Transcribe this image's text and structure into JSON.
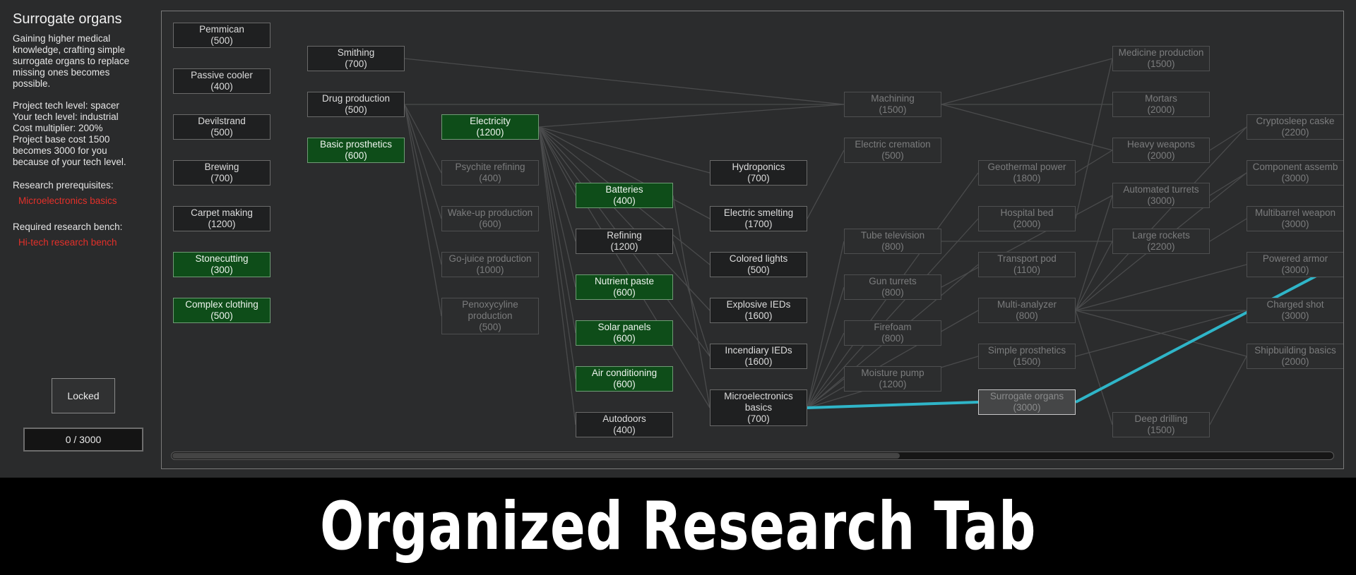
{
  "sidebar": {
    "title": "Surrogate organs",
    "description": "Gaining higher medical knowledge, crafting simple surrogate organs to replace missing ones becomes possible.",
    "info": [
      "Project tech level: spacer",
      "Your tech level: industrial",
      "Cost multiplier: 200%",
      "Project base cost 1500",
      "becomes 3000 for you",
      "because of your tech level."
    ],
    "prereq_label": "Research prerequisites:",
    "prereq_item": "Microelectronics basics",
    "bench_label": "Required research bench:",
    "bench_item": "Hi-tech research bench",
    "locked_label": "Locked",
    "progress_text": "0 / 3000",
    "progress_fraction": 0
  },
  "colors": {
    "completed": "#0e4d19",
    "unavailable_text": "#7b7c7d",
    "missing_requirement": "#e3302a",
    "path_highlight": "#2fb5c8"
  },
  "nodes": [
    {
      "id": "pemmican",
      "name": "Pemmican",
      "cost": "(500)",
      "state": "available"
    },
    {
      "id": "passive_cooler",
      "name": "Passive cooler",
      "cost": "(400)",
      "state": "available"
    },
    {
      "id": "devilstrand",
      "name": "Devilstrand",
      "cost": "(500)",
      "state": "available"
    },
    {
      "id": "brewing",
      "name": "Brewing",
      "cost": "(700)",
      "state": "available"
    },
    {
      "id": "carpet_making",
      "name": "Carpet making",
      "cost": "(1200)",
      "state": "available"
    },
    {
      "id": "stonecutting",
      "name": "Stonecutting",
      "cost": "(300)",
      "state": "done"
    },
    {
      "id": "complex_clothing",
      "name": "Complex clothing",
      "cost": "(500)",
      "state": "done"
    },
    {
      "id": "smithing",
      "name": "Smithing",
      "cost": "(700)",
      "state": "available"
    },
    {
      "id": "drug_production",
      "name": "Drug production",
      "cost": "(500)",
      "state": "available"
    },
    {
      "id": "basic_prosthetics",
      "name": "Basic prosthetics",
      "cost": "(600)",
      "state": "done"
    },
    {
      "id": "electricity",
      "name": "Electricity",
      "cost": "(1200)",
      "state": "done"
    },
    {
      "id": "psychite_refining",
      "name": "Psychite refining",
      "cost": "(400)",
      "state": "unavail"
    },
    {
      "id": "wakeup_production",
      "name": "Wake-up production",
      "cost": "(600)",
      "state": "unavail"
    },
    {
      "id": "gojuice_production",
      "name": "Go-juice production",
      "cost": "(1000)",
      "state": "unavail"
    },
    {
      "id": "penoxycyline",
      "name": "Penoxycyline production",
      "cost": "(500)",
      "state": "unavail"
    },
    {
      "id": "batteries",
      "name": "Batteries",
      "cost": "(400)",
      "state": "done"
    },
    {
      "id": "refining",
      "name": "Refining",
      "cost": "(1200)",
      "state": "available"
    },
    {
      "id": "nutrient_paste",
      "name": "Nutrient paste",
      "cost": "(600)",
      "state": "done"
    },
    {
      "id": "solar_panels",
      "name": "Solar panels",
      "cost": "(600)",
      "state": "done"
    },
    {
      "id": "air_conditioning",
      "name": "Air conditioning",
      "cost": "(600)",
      "state": "done"
    },
    {
      "id": "autodoors",
      "name": "Autodoors",
      "cost": "(400)",
      "state": "available"
    },
    {
      "id": "hydroponics",
      "name": "Hydroponics",
      "cost": "(700)",
      "state": "available"
    },
    {
      "id": "electric_smelting",
      "name": "Electric smelting",
      "cost": "(1700)",
      "state": "available"
    },
    {
      "id": "colored_lights",
      "name": "Colored lights",
      "cost": "(500)",
      "state": "available"
    },
    {
      "id": "explosive_ieds",
      "name": "Explosive IEDs",
      "cost": "(1600)",
      "state": "available"
    },
    {
      "id": "incendiary_ieds",
      "name": "Incendiary IEDs",
      "cost": "(1600)",
      "state": "available"
    },
    {
      "id": "microelectronics",
      "name": "Microelectronics basics",
      "cost": "(700)",
      "state": "available"
    },
    {
      "id": "machining",
      "name": "Machining",
      "cost": "(1500)",
      "state": "unavail"
    },
    {
      "id": "electric_cremation",
      "name": "Electric cremation",
      "cost": "(500)",
      "state": "unavail"
    },
    {
      "id": "tube_television",
      "name": "Tube television",
      "cost": "(800)",
      "state": "unavail"
    },
    {
      "id": "gun_turrets",
      "name": "Gun turrets",
      "cost": "(800)",
      "state": "unavail"
    },
    {
      "id": "firefoam",
      "name": "Firefoam",
      "cost": "(800)",
      "state": "unavail"
    },
    {
      "id": "moisture_pump",
      "name": "Moisture pump",
      "cost": "(1200)",
      "state": "unavail"
    },
    {
      "id": "geothermal_power",
      "name": "Geothermal power",
      "cost": "(1800)",
      "state": "unavail"
    },
    {
      "id": "hospital_bed",
      "name": "Hospital bed",
      "cost": "(2000)",
      "state": "unavail"
    },
    {
      "id": "transport_pod",
      "name": "Transport pod",
      "cost": "(1100)",
      "state": "unavail"
    },
    {
      "id": "multi_analyzer",
      "name": "Multi-analyzer",
      "cost": "(800)",
      "state": "unavail"
    },
    {
      "id": "simple_prosthetics",
      "name": "Simple prosthetics",
      "cost": "(1500)",
      "state": "unavail"
    },
    {
      "id": "surrogate_organs",
      "name": "Surrogate organs",
      "cost": "(3000)",
      "state": "selected"
    },
    {
      "id": "medicine_production",
      "name": "Medicine production",
      "cost": "(1500)",
      "state": "unavail"
    },
    {
      "id": "mortars",
      "name": "Mortars",
      "cost": "(2000)",
      "state": "unavail"
    },
    {
      "id": "heavy_weapons",
      "name": "Heavy weapons",
      "cost": "(2000)",
      "state": "unavail"
    },
    {
      "id": "automated_turrets",
      "name": "Automated turrets",
      "cost": "(3000)",
      "state": "unavail"
    },
    {
      "id": "large_rockets",
      "name": "Large rockets",
      "cost": "(2200)",
      "state": "unavail"
    },
    {
      "id": "deep_drilling",
      "name": "Deep drilling",
      "cost": "(1500)",
      "state": "unavail"
    },
    {
      "id": "cryptosleep",
      "name": "Cryptosleep caske",
      "cost": "(2200)",
      "state": "unavail"
    },
    {
      "id": "component_assembly",
      "name": "Component assemb",
      "cost": "(3000)",
      "state": "unavail"
    },
    {
      "id": "multibarrel",
      "name": "Multibarrel weapon",
      "cost": "(3000)",
      "state": "unavail"
    },
    {
      "id": "powered_armor",
      "name": "Powered armor",
      "cost": "(3000)",
      "state": "unavail"
    },
    {
      "id": "charged_shot",
      "name": "Charged shot",
      "cost": "(3000)",
      "state": "unavail"
    },
    {
      "id": "shipbuilding_basics",
      "name": "Shipbuilding basics",
      "cost": "(2000)",
      "state": "unavail"
    }
  ],
  "banner": {
    "title": "Organized Research Tab"
  }
}
